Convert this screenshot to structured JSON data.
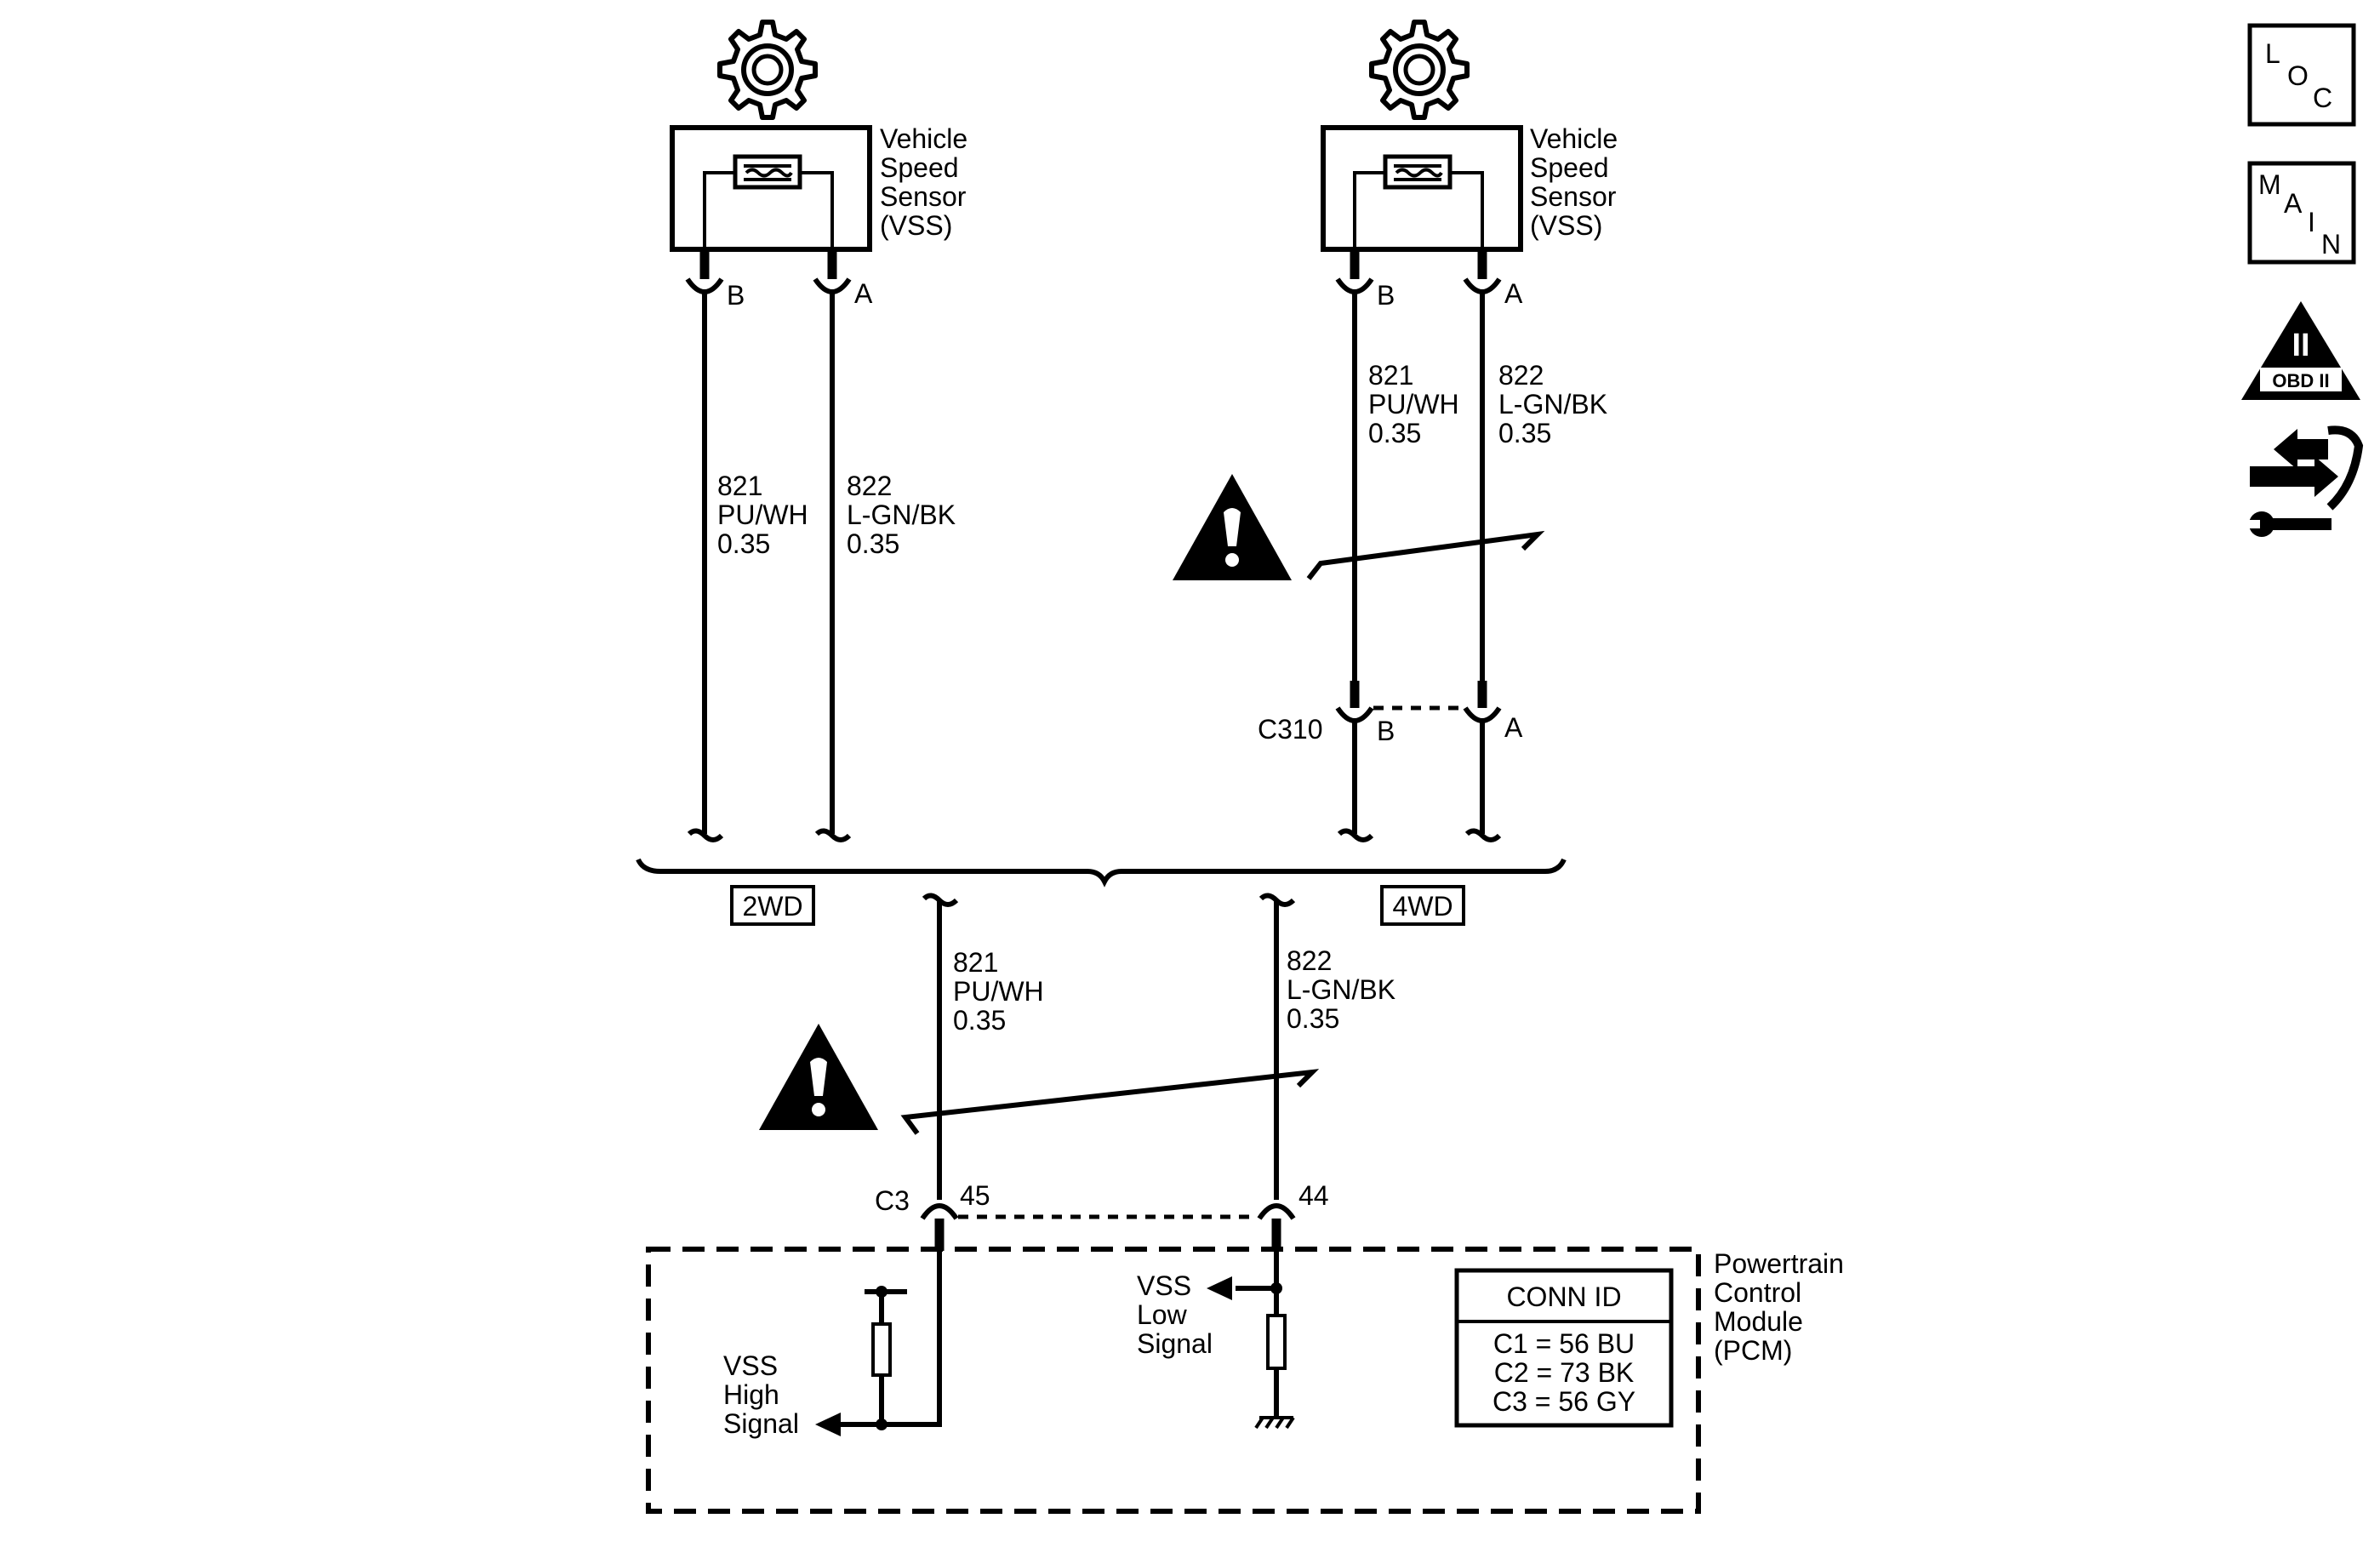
{
  "sensor_2wd": {
    "name_lines": [
      "Vehicle",
      "Speed",
      "Sensor",
      "(VSS)"
    ],
    "pin_b": "B",
    "pin_a": "A"
  },
  "sensor_4wd": {
    "name_lines": [
      "Vehicle",
      "Speed",
      "Sensor",
      "(VSS)"
    ],
    "pin_b": "B",
    "pin_a": "A"
  },
  "wires": {
    "w821_2wd": [
      "821",
      "PU/WH",
      "0.35"
    ],
    "w822_2wd": [
      "822",
      "L-GN/BK",
      "0.35"
    ],
    "w821_4wd": [
      "821",
      "PU/WH",
      "0.35"
    ],
    "w822_4wd": [
      "822",
      "L-GN/BK",
      "0.35"
    ],
    "w821_pcm": [
      "821",
      "PU/WH",
      "0.35"
    ],
    "w822_pcm": [
      "822",
      "L-GN/BK",
      "0.35"
    ]
  },
  "connector_c310": {
    "name": "C310",
    "pin_b": "B",
    "pin_a": "A"
  },
  "option_2wd": "2WD",
  "option_4wd": "4WD",
  "connector_c3": {
    "name": "C3",
    "pin_45": "45",
    "pin_44": "44"
  },
  "pcm": {
    "name_lines": [
      "Powertrain",
      "Control",
      "Module",
      "(PCM)"
    ],
    "vss_high_lines": [
      "VSS",
      "High",
      "Signal"
    ],
    "vss_low_lines": [
      "VSS",
      "Low",
      "Signal"
    ]
  },
  "conn_id": {
    "title": "CONN ID",
    "rows": [
      "C1 = 56 BU",
      "C2 = 73 BK",
      "C3 = 56 GY"
    ]
  },
  "side_icons": {
    "loc": [
      "L",
      "O",
      "C"
    ],
    "main": [
      "M",
      "A",
      "I",
      "N"
    ],
    "obd": {
      "numeral": "II",
      "label": "OBD II"
    },
    "flow": "flow-arrows-icon"
  }
}
